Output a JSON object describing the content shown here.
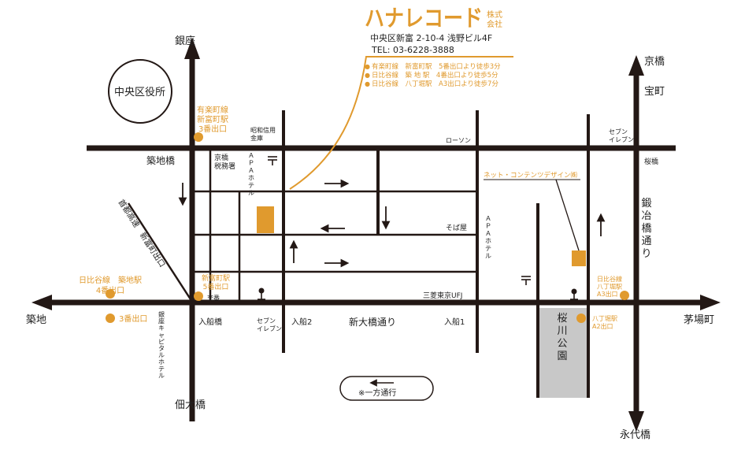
{
  "company": {
    "name": "ハナレコード",
    "suffix_top": "株式",
    "suffix_bottom": "会社",
    "address": "中央区新富 2-10-4 浅野ビル4F",
    "tel": "TEL: 03-6228-3888",
    "access": [
      "有楽町線　新富町駅　5番出口より徒歩3分",
      "日比谷線　築 地 駅　4番出口より徒歩5分",
      "日比谷線　八丁堀駅　A3出口より徒歩7分"
    ]
  },
  "places": {
    "ginza": "銀座",
    "kyobashi": "京橋",
    "takaracho": "宝町",
    "chuo_ward_office": "中央区役所",
    "tsukijibashi": "築地橋",
    "kyobashi_tax_office": "京橋\n税務署",
    "apa_hotel_1": "ＡＰＡホテル",
    "showa_shinkin": "昭和信用\n金庫",
    "lawson": "ローソン",
    "seven_top": "セブン\nイレブン",
    "sakurabashi": "桜橋",
    "net_contents": "ネット・コンテンツデザイン㈱",
    "kajibashi_dori": "鍛冶橋通り",
    "shuto_expressway": "首都高速　新富町出口",
    "sobaya": "そば屋",
    "apa_hotel_2": "ＡＰＡホテル",
    "mitsubishi_ufj": "三菱東京UFJ",
    "koban": "交番",
    "tsukiji": "築地",
    "kayabacho": "茅場町",
    "irifunebashi": "入船橋",
    "seven_bottom": "セブン\nイレブン",
    "irifune2": "入船2",
    "shin_ohashi_dori": "新大橋通り",
    "irifune1": "入船1",
    "sakuragawa_park": "桜川公園",
    "ginza_capital": "銀座キャピタルホテル",
    "tsukudaohashi": "佃大橋",
    "eitaibashi": "永代橋",
    "one_way": "※一方通行"
  },
  "stations": {
    "shintomicho_3": "有楽町線\n新富町駅\n3番出口",
    "shintomicho_5": "新富町駅\n5番出口",
    "tsukiji_4": "日比谷線　築地駅\n4番出口",
    "tsukiji_3": "3番出口",
    "hatchobori_a3": "日比谷線\n八丁堀駅\nA3出口",
    "hatchobori_a2": "八丁堀駅\nA2出口"
  },
  "colors": {
    "accent": "#e09a2e",
    "road": "#231815",
    "park": "#c8c8c8"
  }
}
